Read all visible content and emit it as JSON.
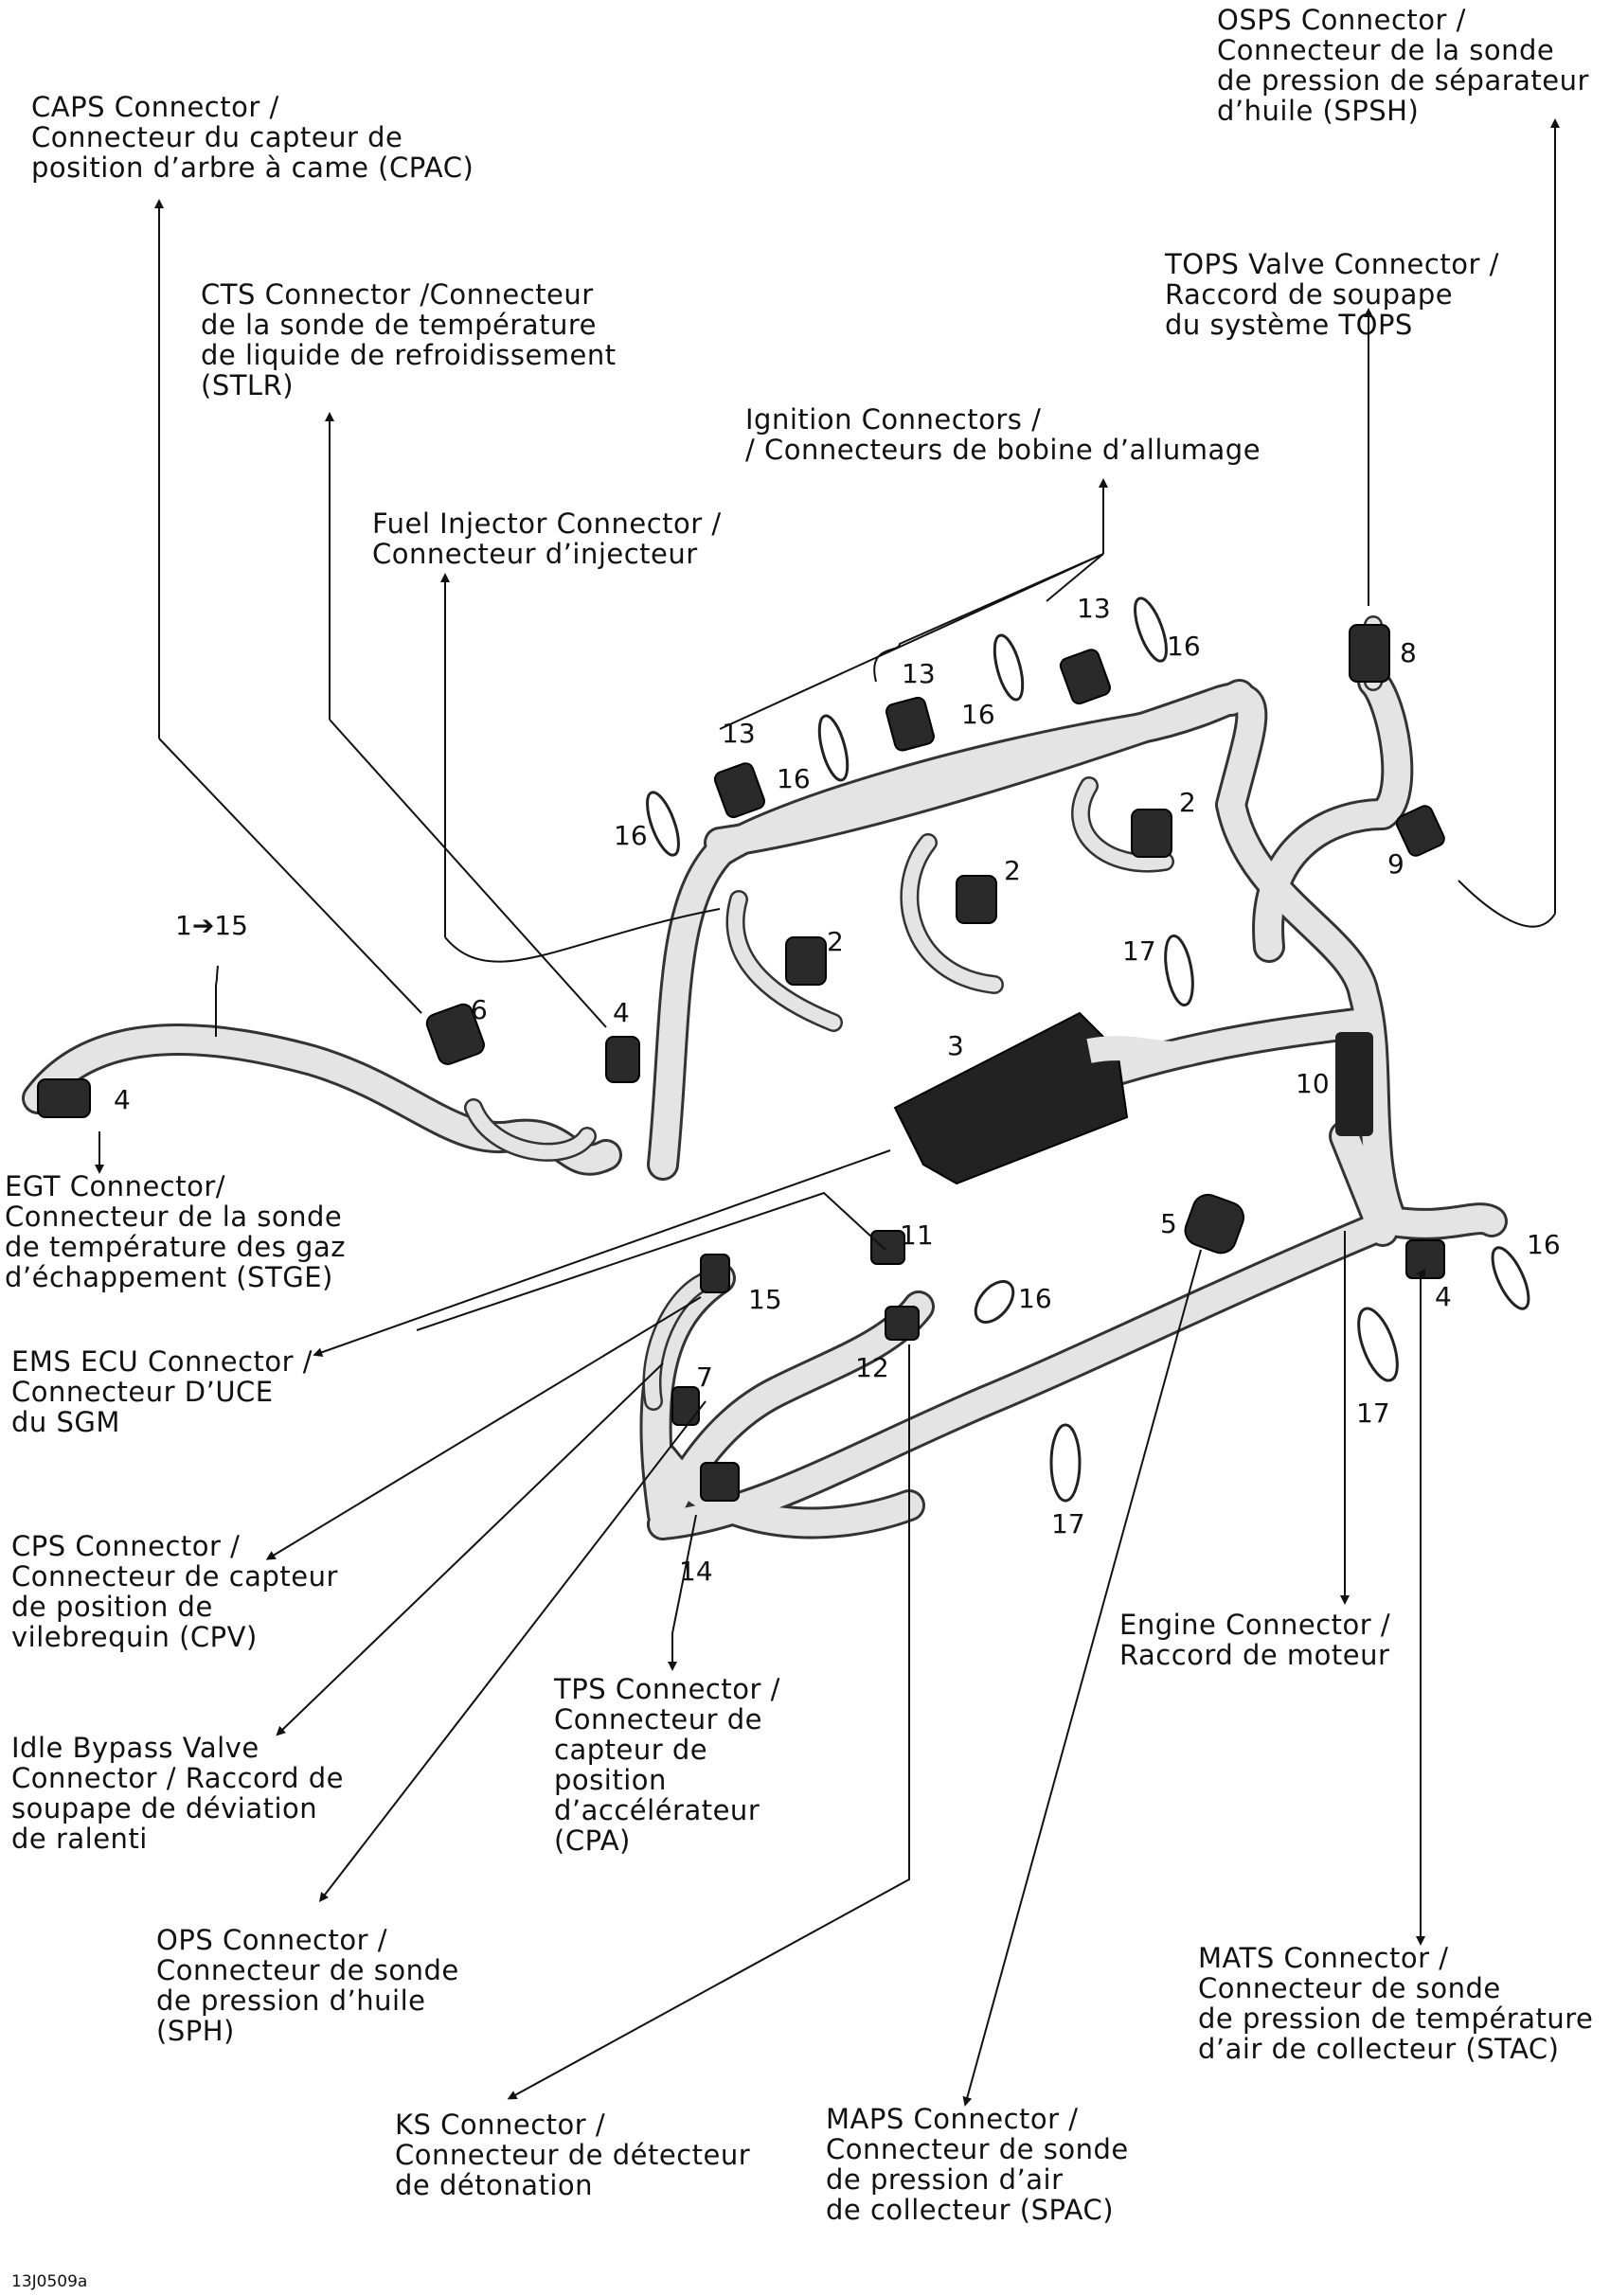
{
  "doc_code": "13J0509a",
  "labels": {
    "osps": [
      "OSPS Connector /",
      "Connecteur de la sonde",
      "de pression de séparateur",
      "d’huile (SPSH)"
    ],
    "caps": [
      "CAPS Connector /",
      "Connecteur du capteur de",
      "position d’arbre à came (CPAC)"
    ],
    "tops": [
      "TOPS Valve Connector /",
      "Raccord de soupape",
      "du système TOPS"
    ],
    "cts": [
      "CTS Connector /Connecteur",
      "de la sonde de température",
      "de liquide de refroidissement",
      "(STLR)"
    ],
    "ignition": [
      "Ignition Connectors /",
      "/ Connecteurs de bobine d’allumage"
    ],
    "fuel": [
      "Fuel Injector Connector /",
      "Connecteur d’injecteur"
    ],
    "egt": [
      "EGT Connector/",
      "Connecteur de la sonde",
      "de température des gaz",
      "d’échappement (STGE)"
    ],
    "ems": [
      "EMS ECU Connector /",
      "Connecteur D’UCE",
      "du SGM"
    ],
    "cps": [
      "CPS Connector /",
      "Connecteur de capteur",
      "de position de",
      "vilebrequin (CPV)"
    ],
    "idle": [
      "Idle Bypass Valve",
      "Connector / Raccord de",
      "soupape de déviation",
      "de ralenti"
    ],
    "tps": [
      "TPS Connector /",
      "Connecteur de",
      "capteur de",
      "position",
      "d’accélérateur",
      "(CPA)"
    ],
    "engine": [
      "Engine Connector /",
      "Raccord de moteur"
    ],
    "ops": [
      "OPS Connector /",
      "Connecteur de sonde",
      "de pression d’huile",
      "(SPH)"
    ],
    "mats": [
      "MATS Connector /",
      "Connecteur de sonde",
      "de pression de température",
      "d’air de collecteur (STAC)"
    ],
    "ks": [
      "KS Connector /",
      "Connecteur de détecteur",
      "de détonation"
    ],
    "maps": [
      "MAPS Connector /",
      "Connecteur de sonde",
      "de pression d’air",
      "de collecteur (SPAC)"
    ]
  },
  "callouts": [
    {
      "id": "n13a",
      "text": "13"
    },
    {
      "id": "n13b",
      "text": "13"
    },
    {
      "id": "n13c",
      "text": "13"
    },
    {
      "id": "n16a",
      "text": "16"
    },
    {
      "id": "n16b",
      "text": "16"
    },
    {
      "id": "n16c",
      "text": "16"
    },
    {
      "id": "n16d",
      "text": "16"
    },
    {
      "id": "n16e",
      "text": "16"
    },
    {
      "id": "n16f",
      "text": "16"
    },
    {
      "id": "n8",
      "text": "8"
    },
    {
      "id": "n2a",
      "text": "2"
    },
    {
      "id": "n2b",
      "text": "2"
    },
    {
      "id": "n2c",
      "text": "2"
    },
    {
      "id": "n9",
      "text": "9"
    },
    {
      "id": "n115",
      "text": "1➔15"
    },
    {
      "id": "n17a",
      "text": "17"
    },
    {
      "id": "n17b",
      "text": "17"
    },
    {
      "id": "n17c",
      "text": "17"
    },
    {
      "id": "n6",
      "text": "6"
    },
    {
      "id": "n4a",
      "text": "4"
    },
    {
      "id": "n4b",
      "text": "4"
    },
    {
      "id": "n4c",
      "text": "4"
    },
    {
      "id": "n3",
      "text": "3"
    },
    {
      "id": "n10",
      "text": "10"
    },
    {
      "id": "n5",
      "text": "5"
    },
    {
      "id": "n11",
      "text": "11"
    },
    {
      "id": "n15",
      "text": "15"
    },
    {
      "id": "n12",
      "text": "12"
    },
    {
      "id": "n7",
      "text": "7"
    },
    {
      "id": "n14",
      "text": "14"
    }
  ]
}
